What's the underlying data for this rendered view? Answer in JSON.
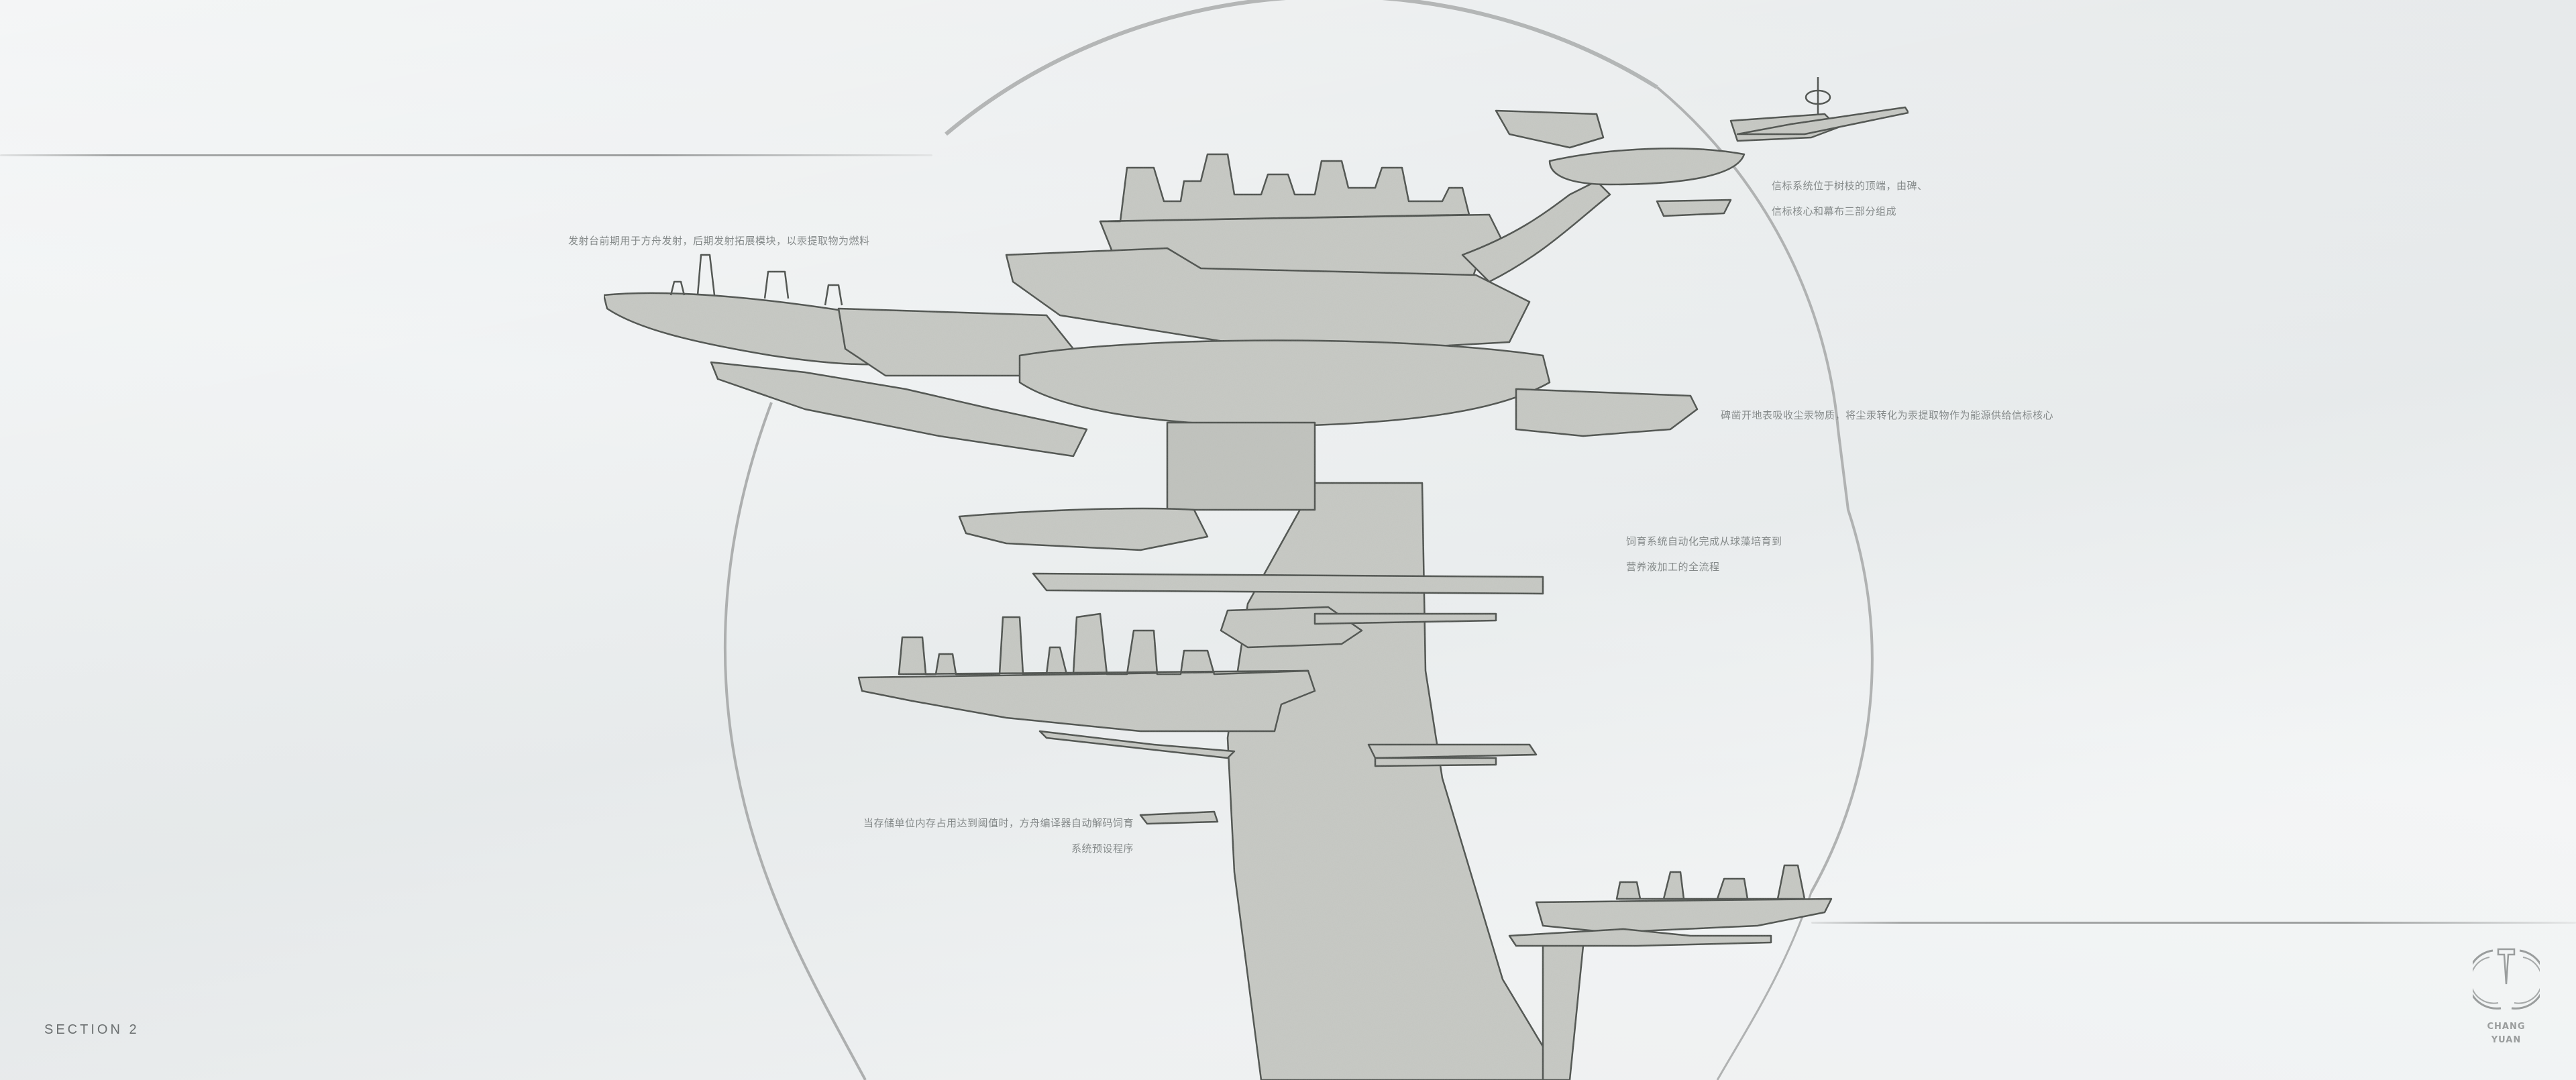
{
  "board": {
    "section_label": "SECTION 2",
    "colors": {
      "paper": "#eceff0",
      "structure_fill": "#c9cbc6",
      "structure_stroke": "#4a4d4a",
      "annotation_text": "#858a8a",
      "guide_circle": "#a9abab"
    }
  },
  "annotations": {
    "launch_pad": {
      "lines": [
        "发射台前期用于方舟发射，后期发射拓展模块，以汞提取物为燃料"
      ]
    },
    "beacon_system": {
      "lines": [
        "信标系统位于树枝的顶端，由碑、",
        "信标核心和幕布三部分组成"
      ]
    },
    "stele": {
      "lines": [
        "碑凿开地表吸收尘汞物质，将尘汞转化为汞提取物作为能源供给信标核心"
      ]
    },
    "feeding_system": {
      "lines": [
        "饲育系统自动化完成从球藻培育到",
        "营养液加工的全流程"
      ]
    },
    "storage_unit": {
      "lines": [
        "当存储单位内存占用达到阈值时，方舟编译器自动解码饲育",
        "系统预设程序"
      ]
    }
  },
  "logo": {
    "icon": "chang-yuan-circle-t-logo",
    "line1": "CHANG",
    "line2": "YUAN"
  }
}
